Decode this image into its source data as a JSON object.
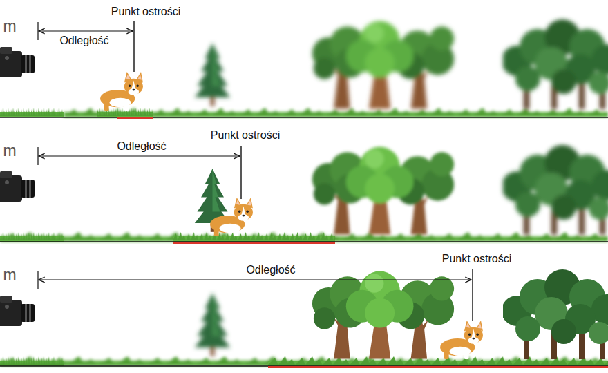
{
  "diagram": {
    "labels": [
      "Punkt ostrości",
      "m",
      "Odległość",
      "Punkt ostrości",
      "m",
      "Odległość",
      "m",
      "Odległość",
      "Punkt ostrości"
    ]
  }
}
